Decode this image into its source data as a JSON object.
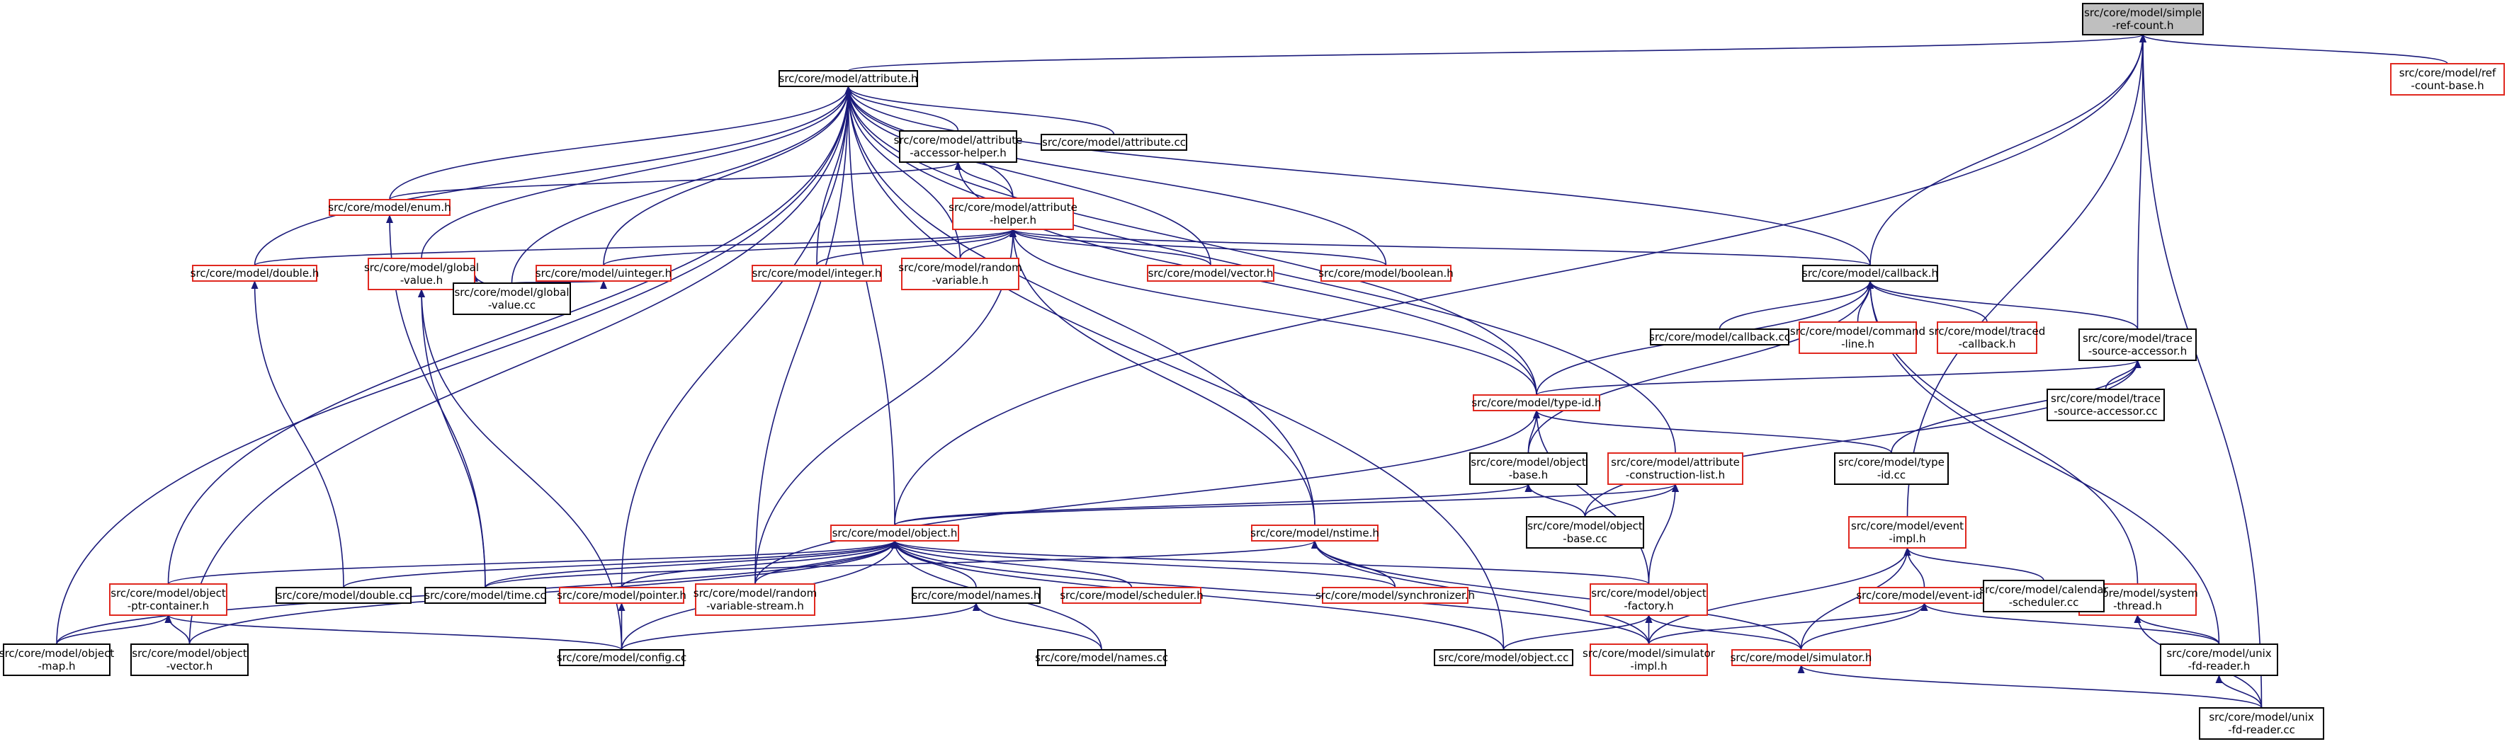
{
  "colors": {
    "edge": "#1a1a7a",
    "documented_node_border": "#e0281f",
    "plain_node_border": "#000000",
    "root_node_fill": "#bfbfbf",
    "background": "#ffffff"
  },
  "nodes": [
    {
      "id": "root",
      "lines": [
        "src/core/model/simple",
        "-ref-count.h"
      ],
      "kind": "root"
    },
    {
      "id": "refcountbase",
      "lines": [
        "src/core/model/ref",
        "-count-base.h"
      ],
      "kind": "ref"
    },
    {
      "id": "attribute",
      "lines": [
        "src/core/model/attribute.h"
      ],
      "kind": "plain"
    },
    {
      "id": "accessorhelper",
      "lines": [
        "src/core/model/attribute",
        "-accessor-helper.h"
      ],
      "kind": "plain"
    },
    {
      "id": "attributecc",
      "lines": [
        "src/core/model/attribute.cc"
      ],
      "kind": "plain"
    },
    {
      "id": "enum",
      "lines": [
        "src/core/model/enum.h"
      ],
      "kind": "ref"
    },
    {
      "id": "attrhelper",
      "lines": [
        "src/core/model/attribute",
        "-helper.h"
      ],
      "kind": "ref"
    },
    {
      "id": "double",
      "lines": [
        "src/core/model/double.h"
      ],
      "kind": "ref"
    },
    {
      "id": "globalvalue",
      "lines": [
        "src/core/model/global",
        "-value.h"
      ],
      "kind": "ref"
    },
    {
      "id": "uinteger",
      "lines": [
        "src/core/model/uinteger.h"
      ],
      "kind": "ref"
    },
    {
      "id": "integer",
      "lines": [
        "src/core/model/integer.h"
      ],
      "kind": "ref"
    },
    {
      "id": "randomvar",
      "lines": [
        "src/core/model/random",
        "-variable.h"
      ],
      "kind": "ref"
    },
    {
      "id": "vector",
      "lines": [
        "src/core/model/vector.h"
      ],
      "kind": "ref"
    },
    {
      "id": "boolean",
      "lines": [
        "src/core/model/boolean.h"
      ],
      "kind": "ref"
    },
    {
      "id": "callback",
      "lines": [
        "src/core/model/callback.h"
      ],
      "kind": "plain"
    },
    {
      "id": "globalvaluecc",
      "lines": [
        "src/core/model/global",
        "-value.cc"
      ],
      "kind": "plain"
    },
    {
      "id": "callbackcc",
      "lines": [
        "src/core/model/callback.cc"
      ],
      "kind": "plain"
    },
    {
      "id": "commandline",
      "lines": [
        "src/core/model/command",
        "-line.h"
      ],
      "kind": "ref"
    },
    {
      "id": "tracedcallback",
      "lines": [
        "src/core/model/traced",
        "-callback.h"
      ],
      "kind": "ref"
    },
    {
      "id": "tracesourceaccessor",
      "lines": [
        "src/core/model/trace",
        "-source-accessor.h"
      ],
      "kind": "plain"
    },
    {
      "id": "tracesourceaccessorcc",
      "lines": [
        "src/core/model/trace",
        "-source-accessor.cc"
      ],
      "kind": "plain"
    },
    {
      "id": "typeid",
      "lines": [
        "src/core/model/type-id.h"
      ],
      "kind": "ref"
    },
    {
      "id": "objectbase",
      "lines": [
        "src/core/model/object",
        "-base.h"
      ],
      "kind": "plain"
    },
    {
      "id": "attrconstruction",
      "lines": [
        "src/core/model/attribute",
        "-construction-list.h"
      ],
      "kind": "ref"
    },
    {
      "id": "typeidcc",
      "lines": [
        "src/core/model/type",
        "-id.cc"
      ],
      "kind": "plain"
    },
    {
      "id": "object",
      "lines": [
        "src/core/model/object.h"
      ],
      "kind": "ref"
    },
    {
      "id": "nstime",
      "lines": [
        "src/core/model/nstime.h"
      ],
      "kind": "ref"
    },
    {
      "id": "objectbasecc",
      "lines": [
        "src/core/model/object",
        "-base.cc"
      ],
      "kind": "plain"
    },
    {
      "id": "eventimpl",
      "lines": [
        "src/core/model/event",
        "-impl.h"
      ],
      "kind": "ref"
    },
    {
      "id": "systemthread",
      "lines": [
        "src/core/model/system",
        "-thread.h"
      ],
      "kind": "ref"
    },
    {
      "id": "ptrcontainer",
      "lines": [
        "src/core/model/object",
        "-ptr-container.h"
      ],
      "kind": "ref"
    },
    {
      "id": "doublecc",
      "lines": [
        "src/core/model/double.cc"
      ],
      "kind": "plain"
    },
    {
      "id": "timecc",
      "lines": [
        "src/core/model/time.cc"
      ],
      "kind": "plain"
    },
    {
      "id": "pointer",
      "lines": [
        "src/core/model/pointer.h"
      ],
      "kind": "ref"
    },
    {
      "id": "randomstream",
      "lines": [
        "src/core/model/random",
        "-variable-stream.h"
      ],
      "kind": "ref"
    },
    {
      "id": "names",
      "lines": [
        "src/core/model/names.h"
      ],
      "kind": "plain"
    },
    {
      "id": "scheduler",
      "lines": [
        "src/core/model/scheduler.h"
      ],
      "kind": "ref"
    },
    {
      "id": "synchronizer",
      "lines": [
        "src/core/model/synchronizer.h"
      ],
      "kind": "ref"
    },
    {
      "id": "objectfactory",
      "lines": [
        "src/core/model/object",
        "-factory.h"
      ],
      "kind": "ref"
    },
    {
      "id": "eventid",
      "lines": [
        "src/core/model/event-id.h"
      ],
      "kind": "ref"
    },
    {
      "id": "calendarcc",
      "lines": [
        "src/core/model/calendar",
        "-scheduler.cc"
      ],
      "kind": "plain"
    },
    {
      "id": "objectmap",
      "lines": [
        "src/core/model/object",
        "-map.h"
      ],
      "kind": "plain"
    },
    {
      "id": "objectvector",
      "lines": [
        "src/core/model/object",
        "-vector.h"
      ],
      "kind": "plain"
    },
    {
      "id": "configcc",
      "lines": [
        "src/core/model/config.cc"
      ],
      "kind": "plain"
    },
    {
      "id": "namescc",
      "lines": [
        "src/core/model/names.cc"
      ],
      "kind": "plain"
    },
    {
      "id": "objectcc",
      "lines": [
        "src/core/model/object.cc"
      ],
      "kind": "plain"
    },
    {
      "id": "simulatorimpl",
      "lines": [
        "src/core/model/simulator",
        "-impl.h"
      ],
      "kind": "ref"
    },
    {
      "id": "simulator",
      "lines": [
        "src/core/model/simulator.h"
      ],
      "kind": "ref"
    },
    {
      "id": "unixfdreader",
      "lines": [
        "src/core/model/unix",
        "-fd-reader.h"
      ],
      "kind": "plain"
    },
    {
      "id": "unixfdreadercc",
      "lines": [
        "src/core/model/unix",
        "-fd-reader.cc"
      ],
      "kind": "plain"
    }
  ],
  "edges": [
    [
      "refcountbase",
      "root"
    ],
    [
      "attribute",
      "root"
    ],
    [
      "object",
      "root"
    ],
    [
      "callback",
      "root"
    ],
    [
      "tracesourceaccessor",
      "root"
    ],
    [
      "eventimpl",
      "root"
    ],
    [
      "unixfdreadercc",
      "root"
    ],
    [
      "accessorhelper",
      "attribute"
    ],
    [
      "attributecc",
      "attribute"
    ],
    [
      "enum",
      "attribute"
    ],
    [
      "attrhelper",
      "attribute"
    ],
    [
      "double",
      "attribute"
    ],
    [
      "globalvalue",
      "attribute"
    ],
    [
      "uinteger",
      "attribute"
    ],
    [
      "integer",
      "attribute"
    ],
    [
      "randomvar",
      "attribute"
    ],
    [
      "vector",
      "attribute"
    ],
    [
      "boolean",
      "attribute"
    ],
    [
      "callback",
      "attribute"
    ],
    [
      "globalvaluecc",
      "attribute"
    ],
    [
      "typeid",
      "attribute"
    ],
    [
      "attrconstruction",
      "attribute"
    ],
    [
      "object",
      "attribute"
    ],
    [
      "nstime",
      "attribute"
    ],
    [
      "ptrcontainer",
      "attribute"
    ],
    [
      "pointer",
      "attribute"
    ],
    [
      "objectmap",
      "attribute"
    ],
    [
      "objectvector",
      "attribute"
    ],
    [
      "objectcc",
      "attribute"
    ],
    [
      "randomstream",
      "attribute"
    ],
    [
      "enum",
      "accessorhelper"
    ],
    [
      "attrhelper",
      "accessorhelper"
    ],
    [
      "typeid",
      "accessorhelper"
    ],
    [
      "double",
      "attrhelper"
    ],
    [
      "uinteger",
      "attrhelper"
    ],
    [
      "integer",
      "attrhelper"
    ],
    [
      "randomvar",
      "attrhelper"
    ],
    [
      "vector",
      "attrhelper"
    ],
    [
      "boolean",
      "attrhelper"
    ],
    [
      "callback",
      "attrhelper"
    ],
    [
      "typeid",
      "attrhelper"
    ],
    [
      "nstime",
      "attrhelper"
    ],
    [
      "randomstream",
      "attrhelper"
    ],
    [
      "timecc",
      "enum"
    ],
    [
      "doublecc",
      "double"
    ],
    [
      "globalvaluecc",
      "globalvalue"
    ],
    [
      "timecc",
      "globalvalue"
    ],
    [
      "configcc",
      "globalvalue"
    ],
    [
      "globalvaluecc",
      "uinteger"
    ],
    [
      "callbackcc",
      "callback"
    ],
    [
      "commandline",
      "callback"
    ],
    [
      "tracedcallback",
      "callback"
    ],
    [
      "tracesourceaccessor",
      "callback"
    ],
    [
      "typeid",
      "callback"
    ],
    [
      "objectbase",
      "callback"
    ],
    [
      "systemthread",
      "callback"
    ],
    [
      "unixfdreader",
      "callback"
    ],
    [
      "tracesourceaccessorcc",
      "tracesourceaccessor"
    ],
    [
      "typeid",
      "tracesourceaccessor"
    ],
    [
      "objectbasecc",
      "tracesourceaccessor"
    ],
    [
      "typeidcc",
      "tracesourceaccessor"
    ],
    [
      "objectbase",
      "typeid"
    ],
    [
      "typeidcc",
      "typeid"
    ],
    [
      "objectfactory",
      "typeid"
    ],
    [
      "randomstream",
      "typeid"
    ],
    [
      "object",
      "objectbase"
    ],
    [
      "objectbasecc",
      "objectbase"
    ],
    [
      "objectbasecc",
      "attrconstruction"
    ],
    [
      "object",
      "attrconstruction"
    ],
    [
      "objectfactory",
      "attrconstruction"
    ],
    [
      "ptrcontainer",
      "object"
    ],
    [
      "doublecc",
      "object"
    ],
    [
      "timecc",
      "object"
    ],
    [
      "pointer",
      "object"
    ],
    [
      "randomstream",
      "object"
    ],
    [
      "names",
      "object"
    ],
    [
      "scheduler",
      "object"
    ],
    [
      "synchronizer",
      "object"
    ],
    [
      "objectfactory",
      "object"
    ],
    [
      "objectmap",
      "object"
    ],
    [
      "objectvector",
      "object"
    ],
    [
      "configcc",
      "object"
    ],
    [
      "namescc",
      "object"
    ],
    [
      "objectcc",
      "object"
    ],
    [
      "simulatorimpl",
      "object"
    ],
    [
      "timecc",
      "nstime"
    ],
    [
      "synchronizer",
      "nstime"
    ],
    [
      "simulatorimpl",
      "nstime"
    ],
    [
      "simulator",
      "nstime"
    ],
    [
      "eventid",
      "eventimpl"
    ],
    [
      "calendarcc",
      "eventimpl"
    ],
    [
      "simulatorimpl",
      "eventimpl"
    ],
    [
      "simulator",
      "eventimpl"
    ],
    [
      "unixfdreader",
      "systemthread"
    ],
    [
      "unixfdreadercc",
      "systemthread"
    ],
    [
      "objectmap",
      "ptrcontainer"
    ],
    [
      "objectvector",
      "ptrcontainer"
    ],
    [
      "configcc",
      "ptrcontainer"
    ],
    [
      "configcc",
      "pointer"
    ],
    [
      "namescc",
      "names"
    ],
    [
      "configcc",
      "names"
    ],
    [
      "objectcc",
      "objectfactory"
    ],
    [
      "simulatorimpl",
      "objectfactory"
    ],
    [
      "simulator",
      "objectfactory"
    ],
    [
      "simulatorimpl",
      "eventid"
    ],
    [
      "simulator",
      "eventid"
    ],
    [
      "unixfdreader",
      "eventid"
    ],
    [
      "unixfdreadercc",
      "simulator"
    ],
    [
      "unixfdreadercc",
      "unixfdreader"
    ]
  ]
}
